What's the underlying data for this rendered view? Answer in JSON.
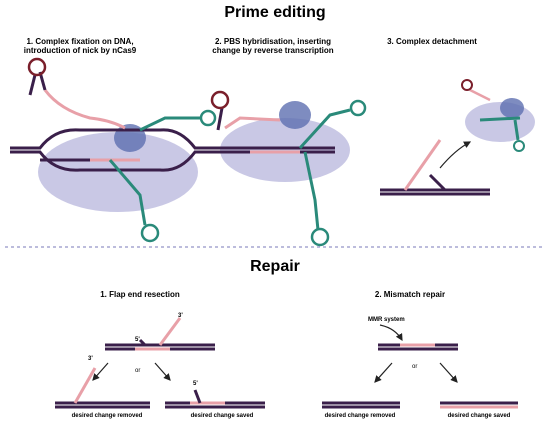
{
  "prime_editing": {
    "title": "Prime editing",
    "steps": [
      {
        "label": "1. Complex fixation on DNA,\nintroduction of nick by nCas9"
      },
      {
        "label": "2. PBS hybridisation, inserting\nchange by reverse transcription"
      },
      {
        "label": "3. Complex detachment"
      }
    ]
  },
  "repair": {
    "title": "Repair",
    "flap": {
      "label": "1. Flap end resection",
      "end_labels": [
        "3'",
        "5'",
        "3'",
        "5'"
      ],
      "or": "or",
      "outcomes": [
        "desired change removed",
        "desired change saved"
      ]
    },
    "mismatch": {
      "label": "2. Mismatch repair",
      "mmr": "MMR system",
      "or": "or",
      "outcomes": [
        "desired change removed",
        "desired change saved"
      ]
    }
  },
  "colors": {
    "dna": "#3a1f4a",
    "edit": "#e8a0a8",
    "guide": "#7a1f2b",
    "scaffold": "#2a8a7a",
    "cas9": "#9c9bd0",
    "rt": "#5e6fb0",
    "divider": "#7a7ab8"
  }
}
